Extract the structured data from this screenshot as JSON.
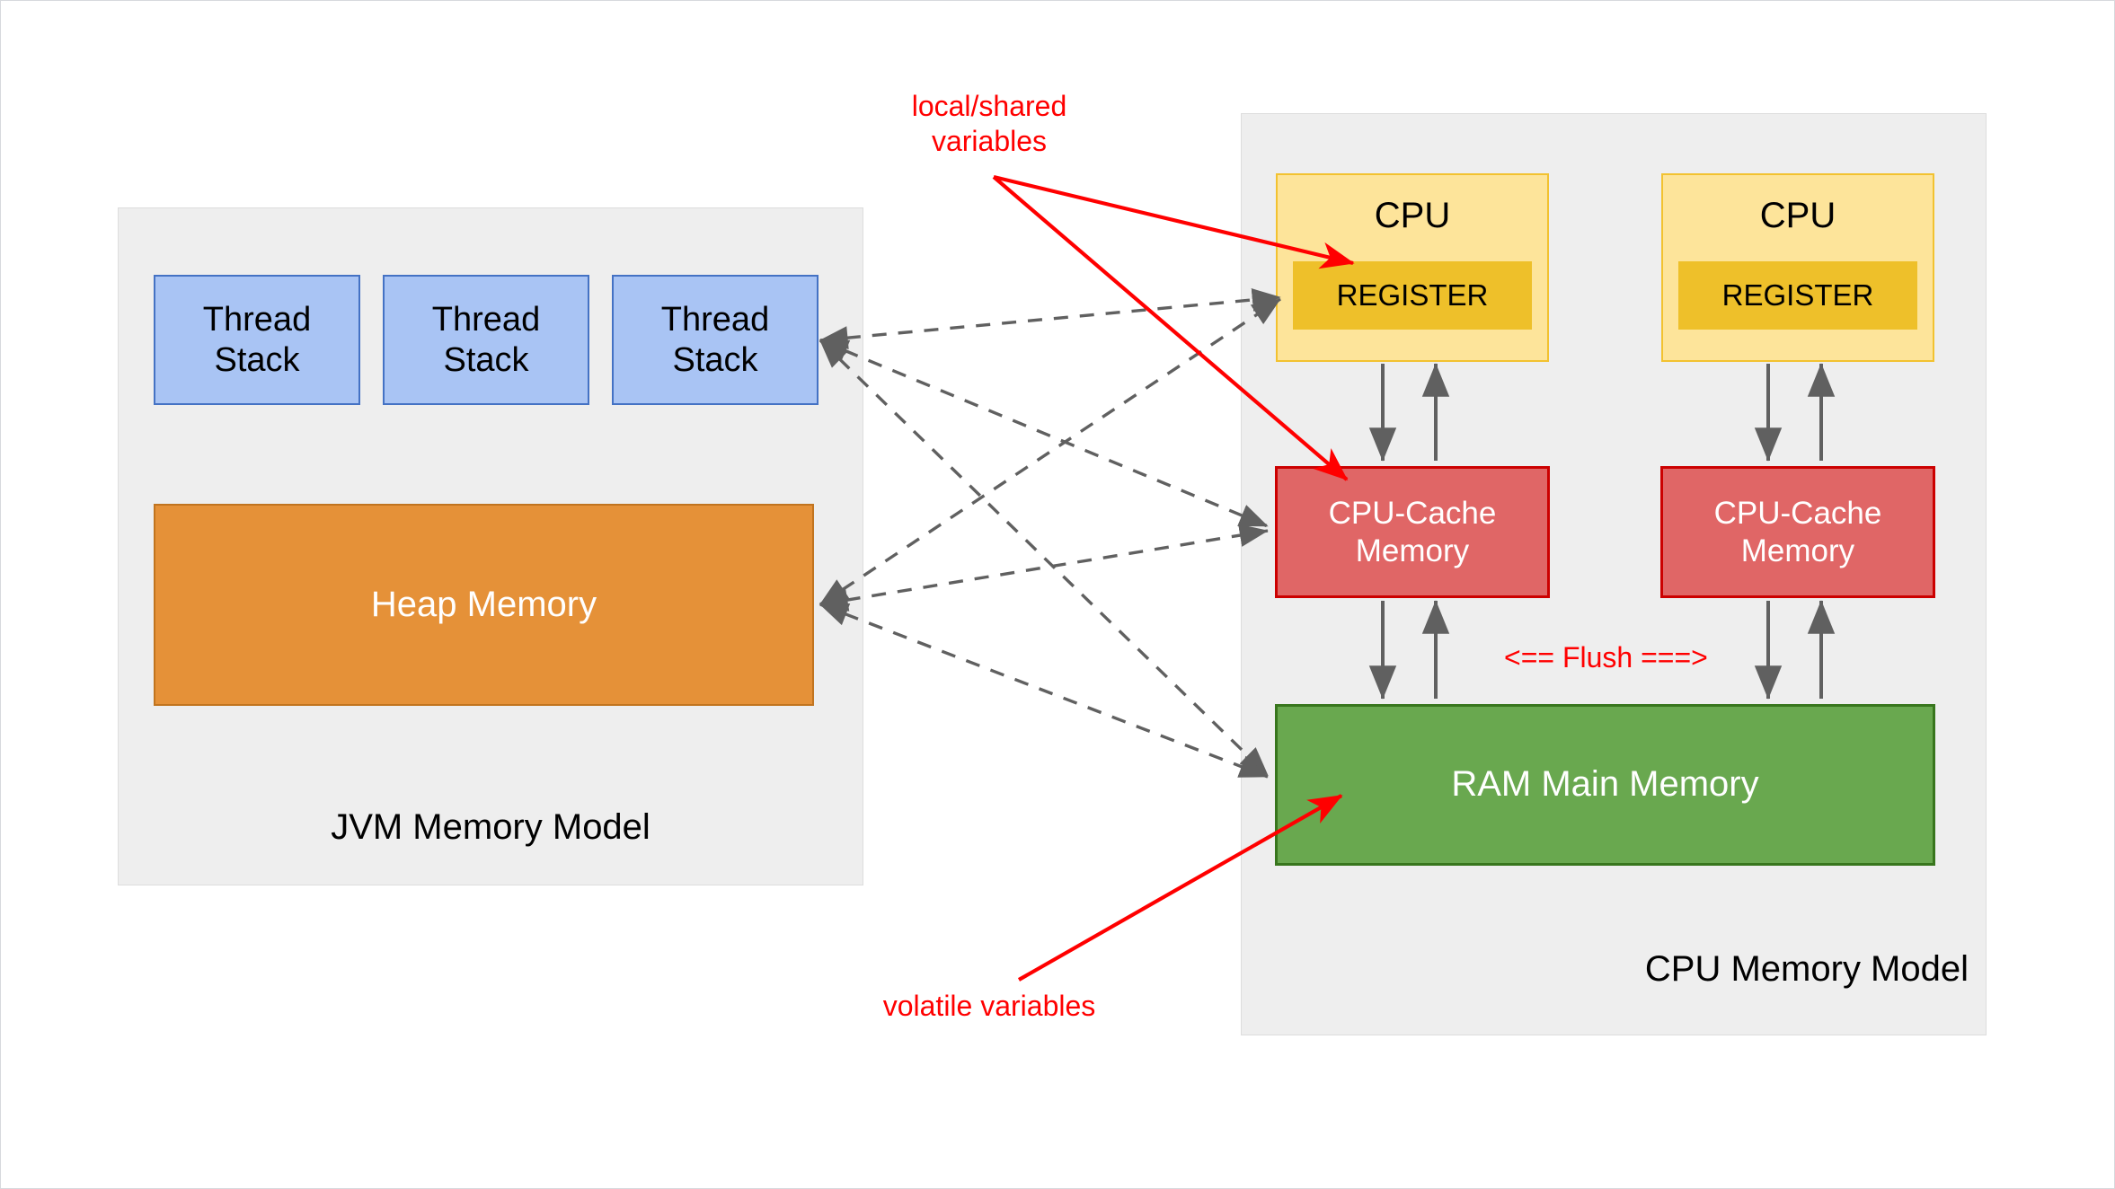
{
  "diagram": {
    "title": "JVM Memory Model and CPU Memory Model",
    "colors": {
      "canvas": "#ffffff",
      "panel": "#eeeeee",
      "panel_border": "#dddddd",
      "thread_fill": "#a9c4f4",
      "thread_border": "#4472c4",
      "heap_fill": "#e59138",
      "heap_border": "#c1741f",
      "cpu_fill": "#fde49a",
      "cpu_border": "#f2c230",
      "register_fill": "#eec02a",
      "cache_fill": "#e06666",
      "cache_border": "#cc0000",
      "ram_fill": "#69a84f",
      "ram_border": "#38761d",
      "annotation": "#ff0000",
      "connector": "#606060"
    }
  },
  "jvm_panel": {
    "title": "JVM Memory Model",
    "thread_stacks": [
      {
        "label": "Thread\nStack"
      },
      {
        "label": "Thread\nStack"
      },
      {
        "label": "Thread\nStack"
      }
    ],
    "heap": {
      "label": "Heap Memory"
    }
  },
  "cpu_panel": {
    "title": "CPU Memory Model",
    "cpus": [
      {
        "label": "CPU",
        "register": {
          "label": "REGISTER"
        },
        "cache": {
          "label": "CPU-Cache\nMemory"
        }
      },
      {
        "label": "CPU",
        "register": {
          "label": "REGISTER"
        },
        "cache": {
          "label": "CPU-Cache\nMemory"
        }
      }
    ],
    "ram": {
      "label": "RAM Main Memory"
    },
    "flush_label": "<== Flush ===>"
  },
  "annotations": [
    {
      "id": "local-shared",
      "text": "local/shared\nvariables"
    },
    {
      "id": "volatile",
      "text": "volatile variables"
    }
  ],
  "connectors": {
    "dashed_note": "dashed bidirectional links between JVM nodes and CPU nodes",
    "solid_note": "solid grey read/write arrows between CPU, cache and RAM",
    "red_note": "red annotation pointer arrows"
  }
}
